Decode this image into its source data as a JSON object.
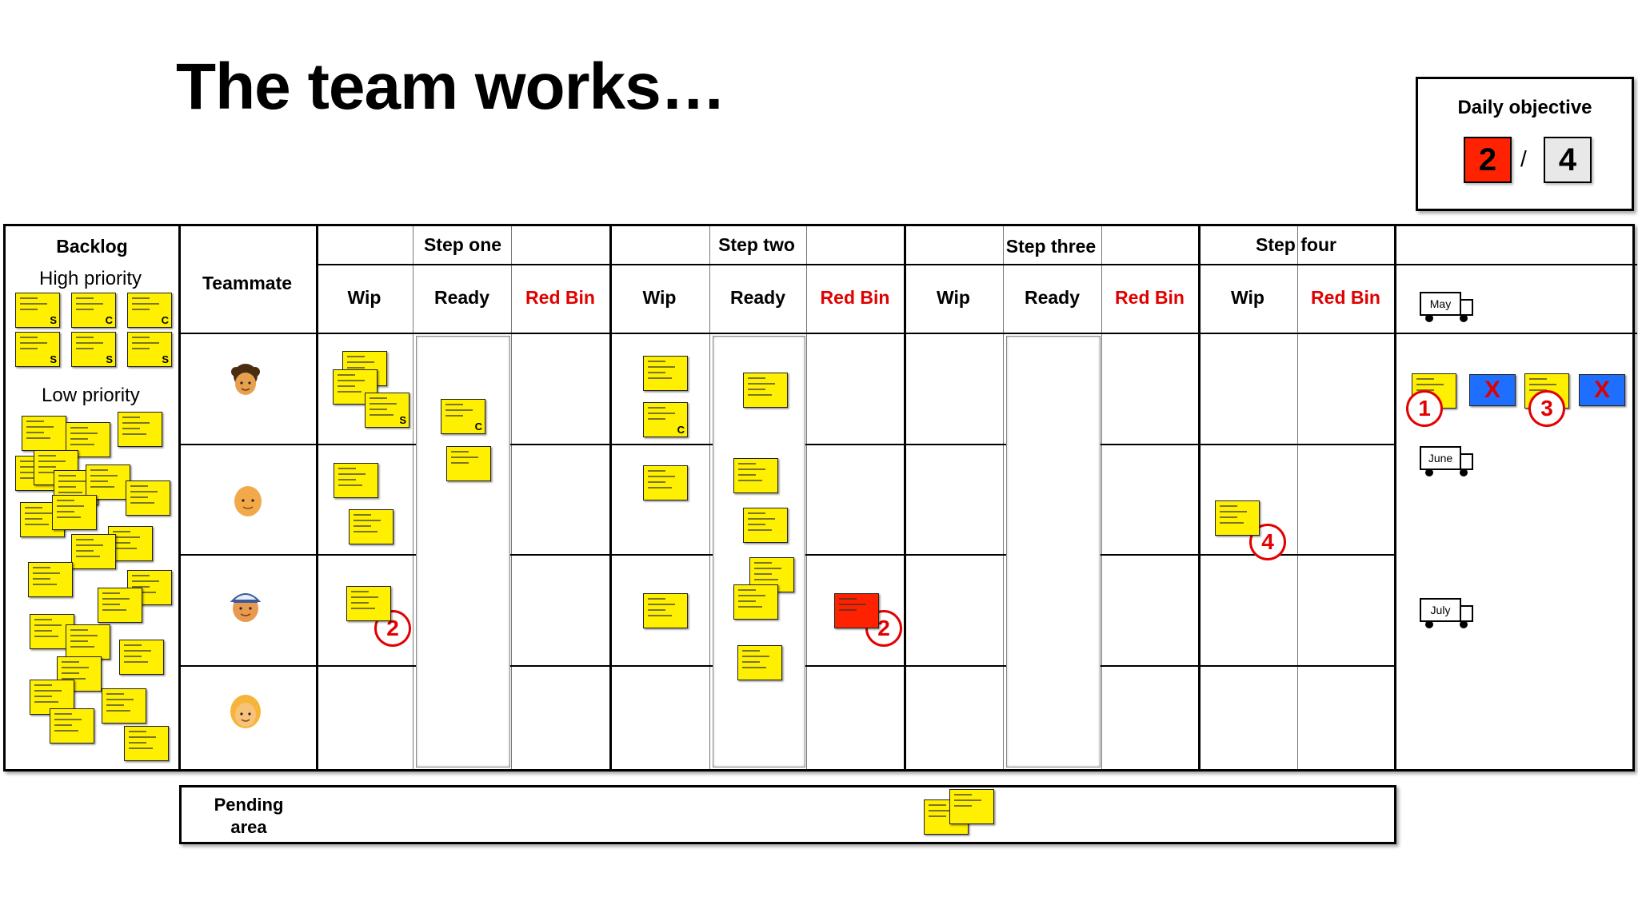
{
  "title": "The team works…",
  "objective": {
    "title": "Daily objective",
    "done": "2",
    "total": "4",
    "separator": "/",
    "colors": {
      "done": "#ff2200",
      "total": "#e8e8e8"
    }
  },
  "board": {
    "backlog": {
      "title": "Backlog",
      "high": "High priority",
      "low": "Low priority"
    },
    "teammate": "Teammate",
    "steps": [
      {
        "title": "Step one",
        "sub": [
          "Wip",
          "Ready",
          "Red Bin"
        ]
      },
      {
        "title": "Step two",
        "sub": [
          "Wip",
          "Ready",
          "Red Bin"
        ]
      },
      {
        "title": "Step three",
        "sub": [
          "Wip",
          "Ready",
          "Red Bin"
        ]
      },
      {
        "title": "Step four",
        "sub": [
          "Wip",
          "Red Bin"
        ]
      }
    ],
    "teammates": [
      "curly-hair-avatar",
      "bald-avatar",
      "cap-avatar",
      "blonde-avatar"
    ],
    "delivery": {
      "trucks": [
        "May",
        "June",
        "July"
      ],
      "markers": [
        "1",
        "3"
      ],
      "x_mark": "X"
    },
    "markers": {
      "step1_wip": "2",
      "step2_redbin": "2",
      "step4_wip": "4"
    },
    "card_tags": {
      "s": "S",
      "c": "C"
    },
    "colors": {
      "card": "#ffef00",
      "red_card": "#ff2200",
      "x_card": "#1e6fff",
      "red_text": "#e00000"
    }
  },
  "pending": {
    "label": "Pending\narea"
  }
}
